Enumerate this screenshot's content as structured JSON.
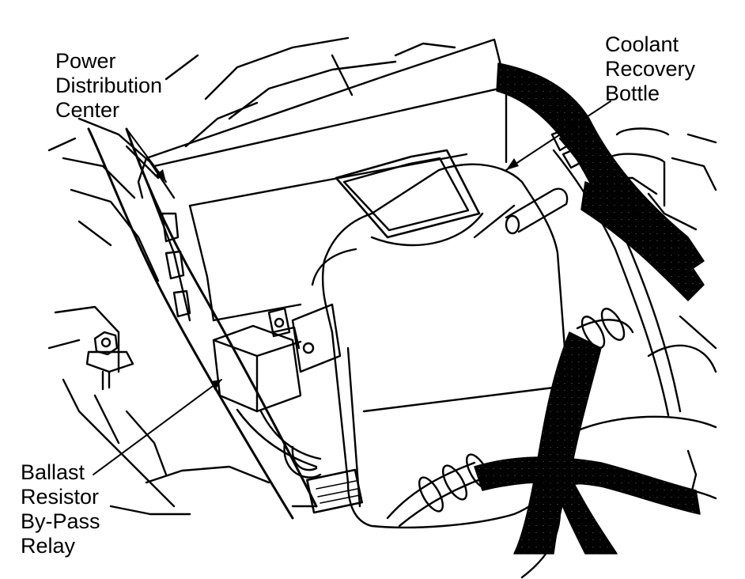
{
  "labels": {
    "power_distribution_center": [
      "Power",
      "Distribution",
      "Center"
    ],
    "coolant_recovery_bottle": [
      "Coolant",
      "Recovery",
      "Bottle"
    ],
    "ballast_resistor_bypass_relay": [
      "Ballast",
      "Resistor",
      "By-Pass",
      "Relay"
    ]
  },
  "colors": {
    "ink": "#000000",
    "paper": "#ffffff"
  }
}
